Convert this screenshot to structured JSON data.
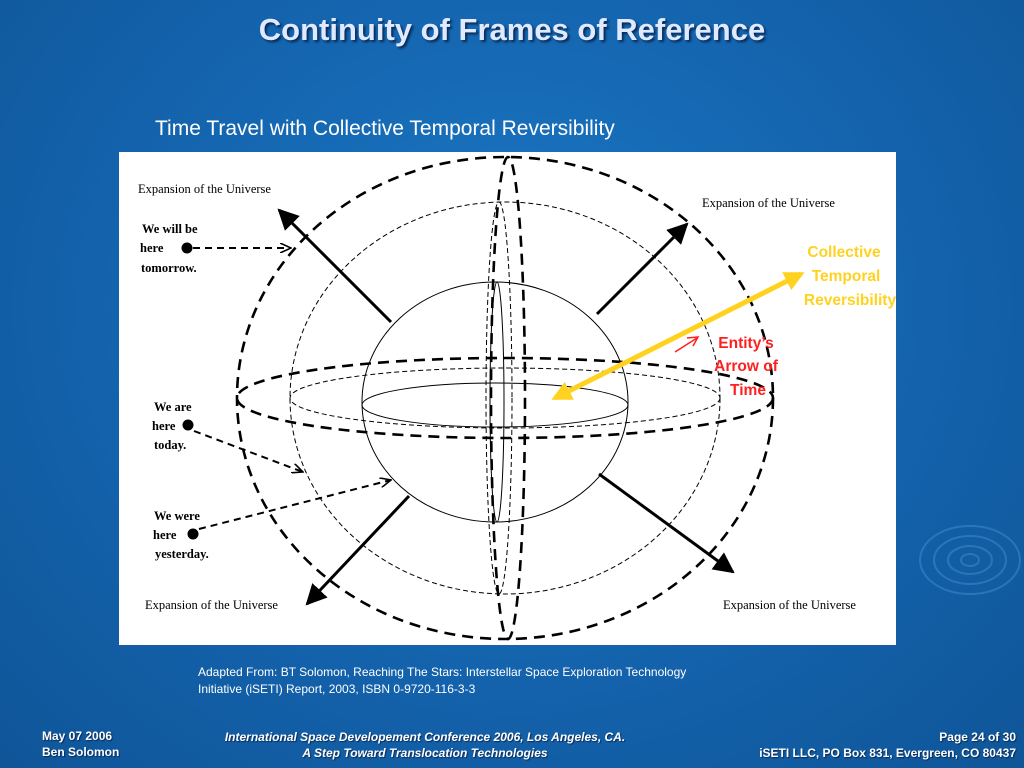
{
  "slide": {
    "title": "Continuity of Frames of Reference",
    "subtitle": "Time Travel with Collective Temporal Reversibility"
  },
  "diagram": {
    "expansion_labels": {
      "top_left": "Expansion of the Universe",
      "top_right": "Expansion of the Universe",
      "bottom_left": "Expansion of the Universe",
      "bottom_right": "Expansion of the Universe"
    },
    "markers": {
      "tomorrow": [
        "We will be",
        "here",
        "tomorrow."
      ],
      "today": [
        "We are",
        "here",
        "today."
      ],
      "yesterday": [
        "We were",
        "here",
        "yesterday."
      ]
    },
    "collective": [
      "Collective",
      "Temporal",
      "Reversibility"
    ],
    "entity": [
      "Entity’s",
      "Arrow of",
      "Time"
    ],
    "colors": {
      "collective": "#ffd21f",
      "entity": "#ff2020",
      "lines": "#000000"
    }
  },
  "source_note": {
    "line1": "Adapted From: BT Solomon, Reaching The Stars: Interstellar Space Exploration Technology",
    "line2": "Initiative (iSETI) Report, 2003, ISBN 0-9720-116-3-3"
  },
  "footer": {
    "date": "May 07 2006",
    "author": "Ben Solomon",
    "conference": "International Space Developement Conference 2006, Los Angeles, CA.",
    "talk_title": "A Step Toward Translocation Technologies",
    "page": "Page 24 of 30",
    "org": "iSETI LLC, PO Box 831, Evergreen, CO 80437"
  }
}
